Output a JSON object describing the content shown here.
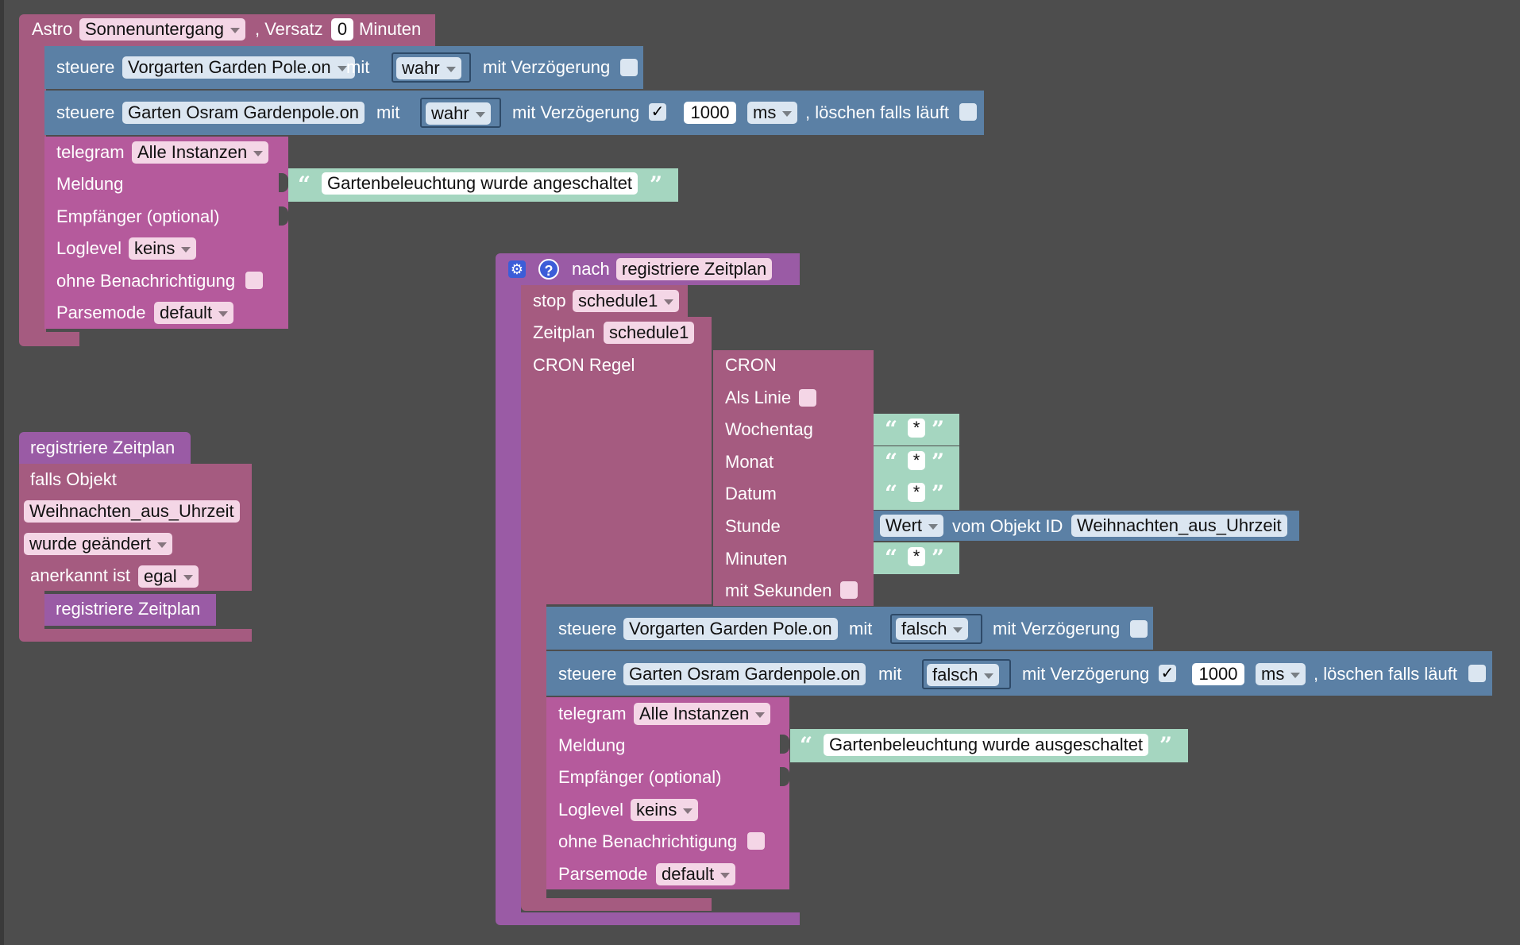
{
  "astro": {
    "label": "Astro",
    "event": "Sonnenuntergang",
    "offset_prefix": ", Versatz",
    "offset_value": "0",
    "offset_unit": "Minuten"
  },
  "control1": {
    "steuere": "steuere",
    "object": "Vorgarten Garden Pole.on",
    "mit": "mit",
    "value": "wahr",
    "delay_label": "mit Verzögerung"
  },
  "control2": {
    "steuere": "steuere",
    "object": "Garten Osram Gardenpole.on",
    "mit": "mit",
    "value": "wahr",
    "delay_label": "mit Verzögerung",
    "delay_check": "✓",
    "delay_value": "1000",
    "delay_unit": "ms",
    "clear_label": ", löschen falls läuft"
  },
  "telegram1": {
    "title": "telegram",
    "instance": "Alle Instanzen",
    "message_label": "Meldung",
    "message_text": "Gartenbeleuchtung wurde angeschaltet",
    "recipient_label": "Empfänger (optional)",
    "loglevel_label": "Loglevel",
    "loglevel_value": "keins",
    "no_notify_label": "ohne Benachrichtigung",
    "parsemode_label": "Parsemode",
    "parsemode_value": "default"
  },
  "trigger": {
    "title": "registriere Zeitplan",
    "falls_objekt": "falls Objekt",
    "object_id": "Weihnachten_aus_Uhrzeit",
    "changed": "wurde geändert",
    "ack_label": "anerkannt ist",
    "ack_value": "egal",
    "inner": "registriere Zeitplan"
  },
  "nach": {
    "label": "nach",
    "target": "registriere Zeitplan",
    "stop_label": "stop",
    "stop_value": "schedule1",
    "zeitplan_label": "Zeitplan",
    "zeitplan_value": "schedule1",
    "cron_regel": "CRON Regel"
  },
  "cron": {
    "title": "CRON",
    "als_linie": "Als Linie",
    "wochentag": "Wochentag",
    "monat": "Monat",
    "datum": "Datum",
    "stunde": "Stunde",
    "minuten": "Minuten",
    "mit_sekunden": "mit Sekunden",
    "star": "*",
    "wert": "Wert",
    "vom_objekt": "vom Objekt ID",
    "objekt_value": "Weihnachten_aus_Uhrzeit"
  },
  "control3": {
    "steuere": "steuere",
    "object": "Vorgarten Garden Pole.on",
    "mit": "mit",
    "value": "falsch",
    "delay_label": "mit Verzögerung"
  },
  "control4": {
    "steuere": "steuere",
    "object": "Garten Osram Gardenpole.on",
    "mit": "mit",
    "value": "falsch",
    "delay_label": "mit Verzögerung",
    "delay_check": "✓",
    "delay_value": "1000",
    "delay_unit": "ms",
    "clear_label": ", löschen falls läuft"
  },
  "telegram2": {
    "title": "telegram",
    "instance": "Alle Instanzen",
    "message_label": "Meldung",
    "message_text": "Gartenbeleuchtung wurde ausgeschaltet",
    "recipient_label": "Empfänger (optional)",
    "loglevel_label": "Loglevel",
    "loglevel_value": "keins",
    "no_notify_label": "ohne Benachrichtigung",
    "parsemode_label": "Parsemode",
    "parsemode_value": "default"
  },
  "icons": {
    "gear": "⚙",
    "help": "?",
    "quote_open": "“",
    "quote_close": "”"
  },
  "colors": {
    "workspace": "#4d4d4d",
    "event_block": "#a55b80",
    "action_block": "#5b80a5",
    "text_block": "#a5d6c0",
    "function_block": "#9a5ba5"
  }
}
